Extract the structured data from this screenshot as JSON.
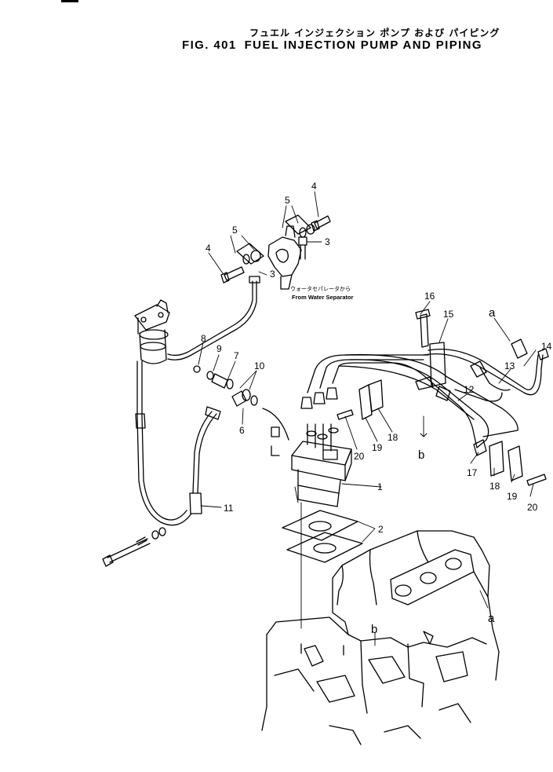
{
  "header": {
    "title_jp": "フュエル インジェクション ポンプ および パイピング",
    "fig_label": "FIG. 401",
    "title_en": "FUEL INJECTION PUMP AND PIPING"
  },
  "annotation": {
    "jp": "ウォータセパレータから",
    "en": "From Water Separator"
  },
  "callouts": {
    "c1": "1",
    "c2": "2",
    "c3a": "3",
    "c3b": "3",
    "c4a": "4",
    "c4b": "4",
    "c5a": "5",
    "c5b": "5",
    "c6": "6",
    "c7": "7",
    "c8": "8",
    "c9": "9",
    "c10": "10",
    "c11": "11",
    "c12": "12",
    "c13": "13",
    "c14": "14",
    "c15": "15",
    "c16": "16",
    "c17": "17",
    "c18a": "18",
    "c18b": "18",
    "c19a": "19",
    "c19b": "19",
    "c20a": "20",
    "c20b": "20",
    "ref_a1": "a",
    "ref_a2": "a",
    "ref_b1": "b",
    "ref_b2": "b"
  }
}
